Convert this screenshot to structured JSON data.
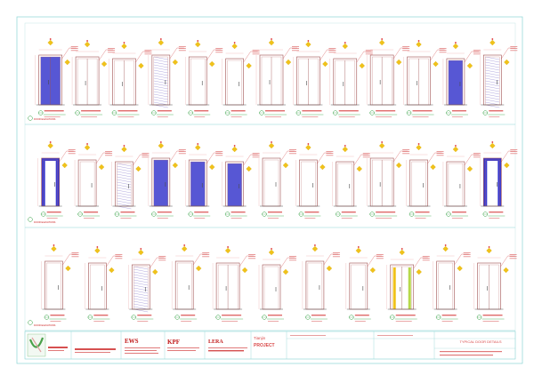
{
  "title_block": {
    "logos": [
      "EWS",
      "KPF",
      "LERA"
    ],
    "project": "Tianjin",
    "project_code": "PROJECT",
    "drawing_title": "TYPICAL DOOR DETAILS"
  },
  "rows": [
    {
      "row_label": "DOOR ELEVATIONS",
      "doors": [
        {
          "fill": "blue",
          "panel": "double"
        },
        {
          "fill": "none",
          "panel": "double"
        },
        {
          "fill": "none",
          "panel": "double"
        },
        {
          "fill": "hatch",
          "panel": "single"
        },
        {
          "fill": "none",
          "panel": "single"
        },
        {
          "fill": "none",
          "panel": "single"
        },
        {
          "fill": "none",
          "panel": "double"
        },
        {
          "fill": "none",
          "panel": "double"
        },
        {
          "fill": "none",
          "panel": "double"
        },
        {
          "fill": "none",
          "panel": "double"
        },
        {
          "fill": "none",
          "panel": "double"
        },
        {
          "fill": "blue",
          "panel": "single"
        },
        {
          "fill": "hatch",
          "panel": "single"
        }
      ]
    },
    {
      "row_label": "DOOR ELEVATIONS",
      "doors": [
        {
          "fill": "frame-blue",
          "panel": "single"
        },
        {
          "fill": "none",
          "panel": "single"
        },
        {
          "fill": "hatch",
          "panel": "single"
        },
        {
          "fill": "blue",
          "panel": "single"
        },
        {
          "fill": "blue",
          "panel": "single"
        },
        {
          "fill": "blue",
          "panel": "single"
        },
        {
          "fill": "none",
          "panel": "single"
        },
        {
          "fill": "none",
          "panel": "single"
        },
        {
          "fill": "none",
          "panel": "single"
        },
        {
          "fill": "none",
          "panel": "double"
        },
        {
          "fill": "none",
          "panel": "single"
        },
        {
          "fill": "none",
          "panel": "single"
        },
        {
          "fill": "frame-blue",
          "panel": "single"
        }
      ]
    },
    {
      "row_label": "DOOR ELEVATIONS",
      "doors": [
        {
          "fill": "none",
          "panel": "single"
        },
        {
          "fill": "none",
          "panel": "single"
        },
        {
          "fill": "hatch",
          "panel": "single"
        },
        {
          "fill": "none",
          "panel": "single"
        },
        {
          "fill": "none",
          "panel": "double"
        },
        {
          "fill": "none",
          "panel": "single"
        },
        {
          "fill": "none",
          "panel": "single"
        },
        {
          "fill": "none",
          "panel": "single"
        },
        {
          "fill": "yellow",
          "panel": "double"
        },
        {
          "fill": "none",
          "panel": "single"
        },
        {
          "fill": "none",
          "panel": "double"
        }
      ]
    }
  ],
  "colors": {
    "border": "#8ad4d4",
    "frame": "#a05050",
    "blue": "#3a3acd",
    "green": "#2e9e3e",
    "red": "#dd2222",
    "yellow": "#f0c21a",
    "text": "#cc2222"
  }
}
